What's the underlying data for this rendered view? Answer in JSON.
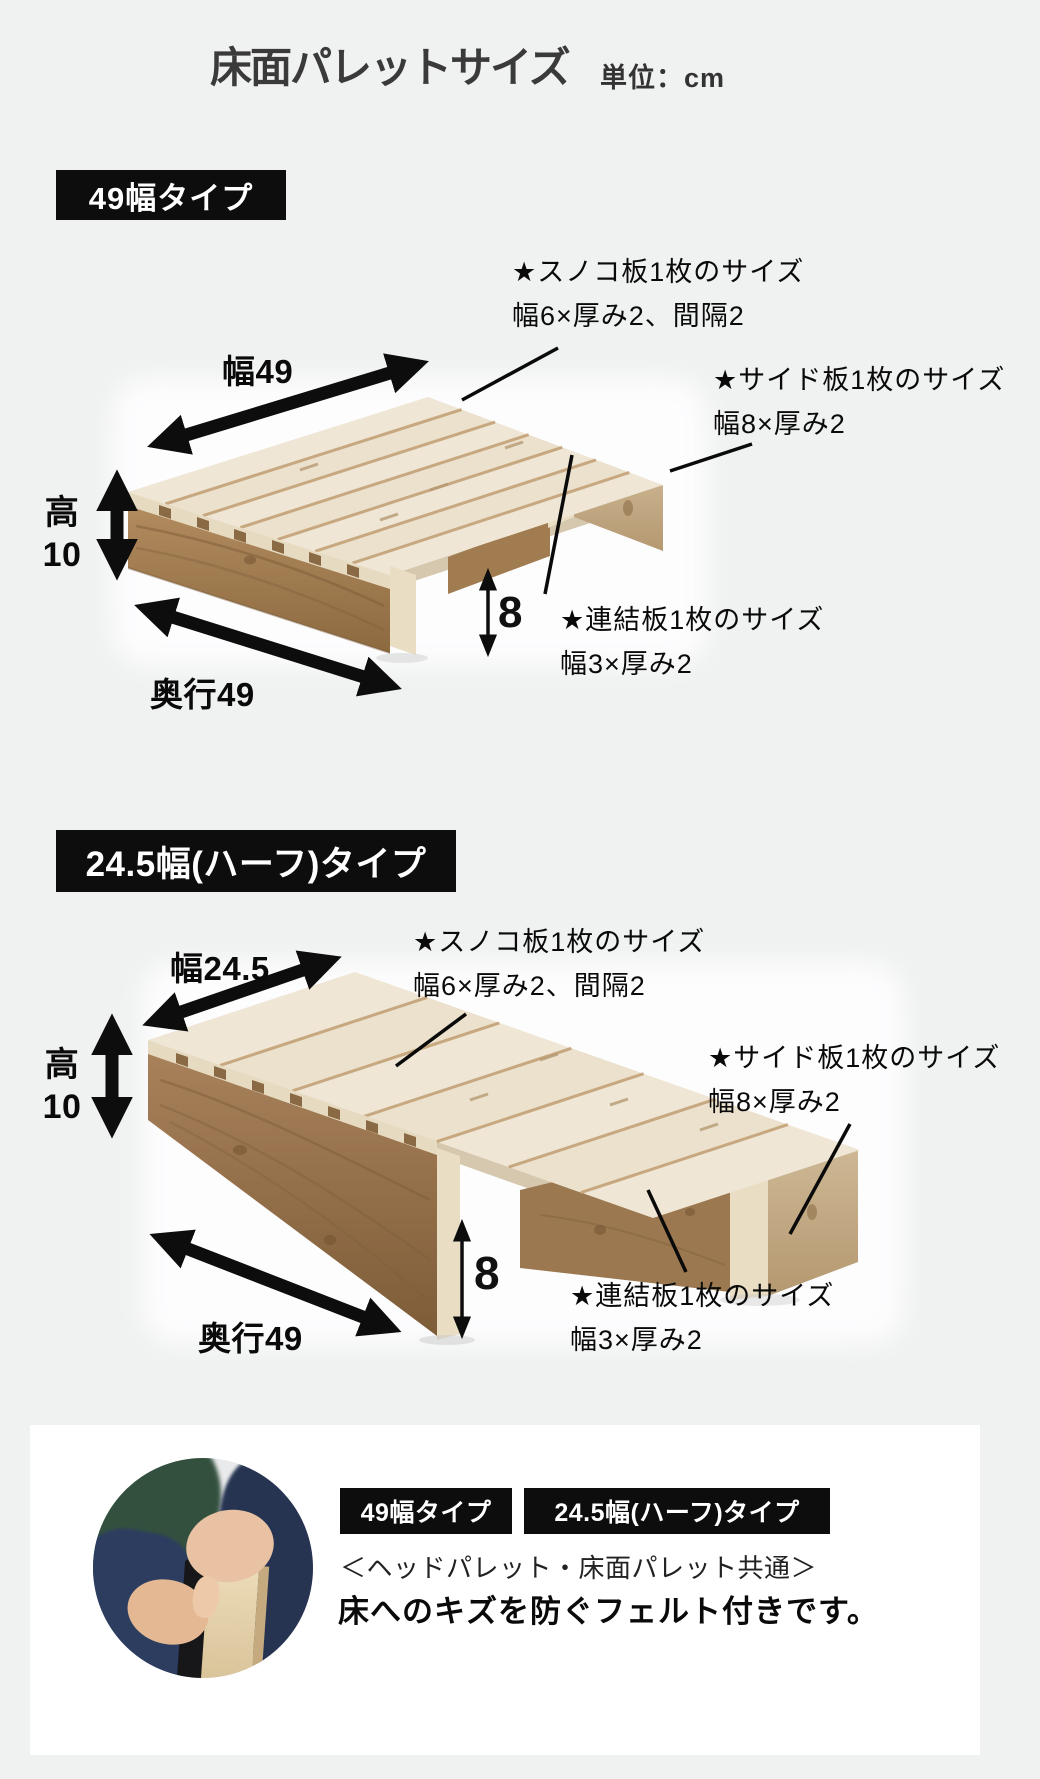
{
  "page": {
    "background": "#f0f1f1",
    "panel_background": "#ffffff",
    "label_background": "#0d0d0d",
    "title_color": "#3a3a3a",
    "wood_top_color": "#efe6d5",
    "wood_side_color": "#a8815a"
  },
  "header": {
    "title": "床面パレットサイズ",
    "unit": "単位：cm"
  },
  "sections": [
    {
      "label": "49幅タイプ",
      "dimensions": {
        "width": "幅49",
        "height_top": "高",
        "height_value": "10",
        "depth": "奥行49",
        "floor_clearance": "8"
      },
      "notes": {
        "slat": {
          "line1": "★スノコ板1枚のサイズ",
          "line2": "幅6×厚み2、間隔2"
        },
        "side": {
          "line1": "★サイド板1枚のサイズ",
          "line2": "幅8×厚み2"
        },
        "connector": {
          "line1": "★連結板1枚のサイズ",
          "line2": "幅3×厚み2"
        }
      }
    },
    {
      "label": "24.5幅(ハーフ)タイプ",
      "dimensions": {
        "width": "幅24.5",
        "height_top": "高",
        "height_value": "10",
        "depth": "奥行49",
        "floor_clearance": "8"
      },
      "notes": {
        "slat": {
          "line1": "★スノコ板1枚のサイズ",
          "line2": "幅6×厚み2、間隔2"
        },
        "side": {
          "line1": "★サイド板1枚のサイズ",
          "line2": "幅8×厚み2"
        },
        "connector": {
          "line1": "★連結板1枚のサイズ",
          "line2": "幅3×厚み2"
        }
      }
    }
  ],
  "footer": {
    "badges": [
      "49幅タイプ",
      "24.5幅(ハーフ)タイプ"
    ],
    "common_note": "＜ヘッドパレット・床面パレット共通＞",
    "feature": "床へのキズを防ぐフェルト付きです。"
  }
}
